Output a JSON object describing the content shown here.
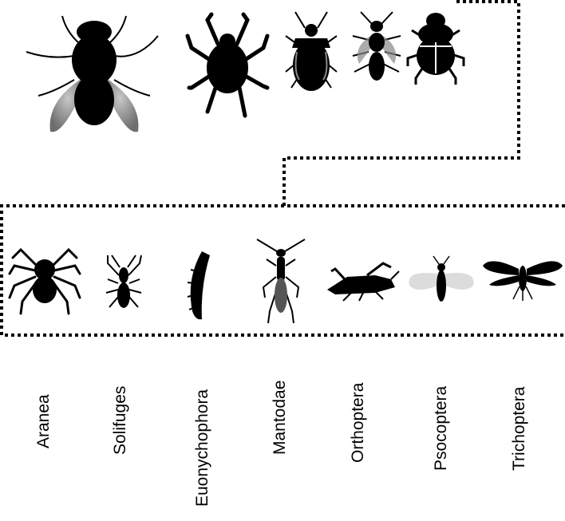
{
  "colors": {
    "ink": "#000000",
    "background": "#ffffff",
    "wing_gray": "#6a6a6a",
    "wing_light": "#d9d9d9"
  },
  "top_group": {
    "silhouettes": [
      "fly-icon",
      "mite-icon",
      "bug-icon",
      "wasp-icon",
      "beetle-icon"
    ]
  },
  "bottom_group": {
    "taxa": [
      {
        "label": "Aranea",
        "icon": "spider-icon"
      },
      {
        "label": "Solifuges",
        "icon": "solifuge-icon"
      },
      {
        "label": "Euonychophora",
        "icon": "velvet-worm-icon"
      },
      {
        "label": "Mantodae",
        "icon": "mantis-icon"
      },
      {
        "label": "Orthoptera",
        "icon": "grasshopper-icon"
      },
      {
        "label": "Psocoptera",
        "icon": "booklouse-icon"
      },
      {
        "label": "Trichoptera",
        "icon": "caddisfly-icon"
      }
    ]
  }
}
